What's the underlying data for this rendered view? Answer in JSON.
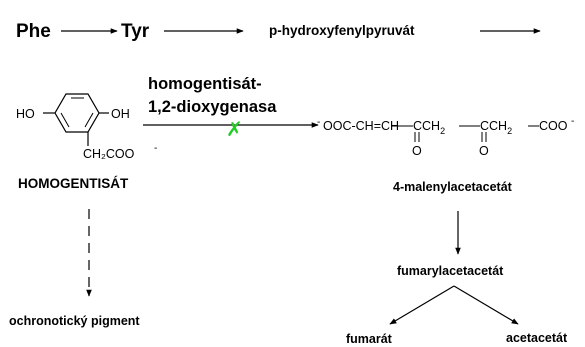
{
  "pathway": {
    "phe": "Phe",
    "tyr": "Tyr",
    "hppa": "p-hydroxyfenylpyruvát"
  },
  "enzyme": {
    "line1": "homogentisát-",
    "line2": "1,2-dioxygenasa",
    "block_mark": "✗",
    "block_color": "#22cc22"
  },
  "homogentisate": {
    "name": "HOMOGENTISÁT",
    "ho": "HO",
    "oh": "OH",
    "side_chain": "CH₂COO",
    "charge": "-"
  },
  "maleyl": {
    "charge_left": "-",
    "formula": "OOC-CH=CH",
    "group1": "CCH",
    "sub1": "2",
    "group2": "CCH",
    "sub2": "2",
    "tail": "COO",
    "charge_right": "-",
    "o1": "O",
    "o2": "O",
    "name": "4-malenylacetacetát"
  },
  "products": {
    "fumaryl": "fumarylacetacetát",
    "fumarat": "fumarát",
    "acetacetat": "acetacetát",
    "ochronotic": "ochronotický pigment"
  }
}
